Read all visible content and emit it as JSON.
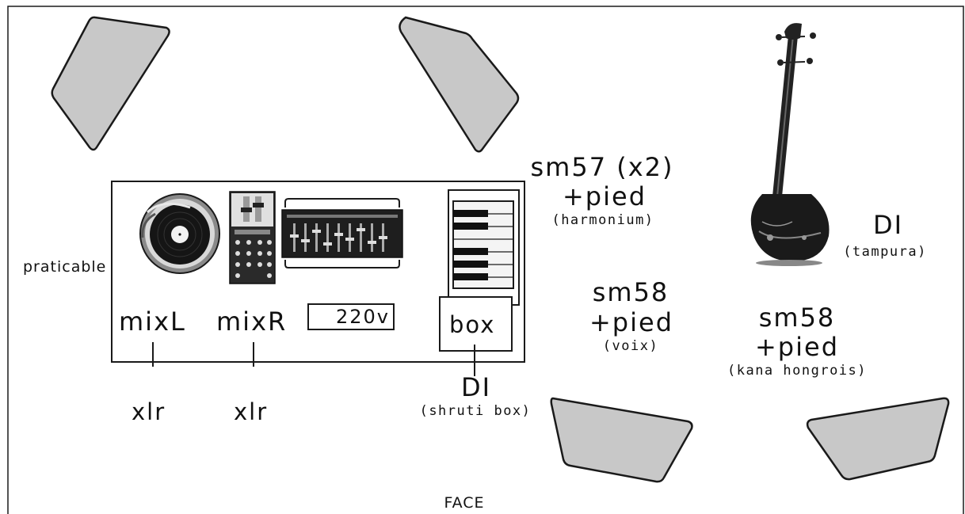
{
  "stage": {
    "bottom_label": "FACE",
    "riser_label": "praticable"
  },
  "riser": {
    "mix_left": "mixL",
    "mix_right": "mixR",
    "power": "220v",
    "box": "box"
  },
  "outputs": {
    "left_cable": "xlr",
    "right_cable": "xlr",
    "shruti_di": "DI",
    "shruti_note": "(shruti box)"
  },
  "mics": {
    "harmonium_mic": "sm57 (x2)",
    "harmonium_stand": "+pied",
    "harmonium_note": "(harmonium)",
    "voice_mic": "sm58",
    "voice_stand": "+pied",
    "voice_note": "(voix)",
    "kana_mic": "sm58",
    "kana_stand": "+pied",
    "kana_note": "(kana hongrois)",
    "tampura_di": "DI",
    "tampura_note": "(tampura)"
  },
  "colors": {
    "monitor_fill": "#c8c8c8",
    "stroke": "#1a1a1a",
    "background": "#ffffff"
  }
}
